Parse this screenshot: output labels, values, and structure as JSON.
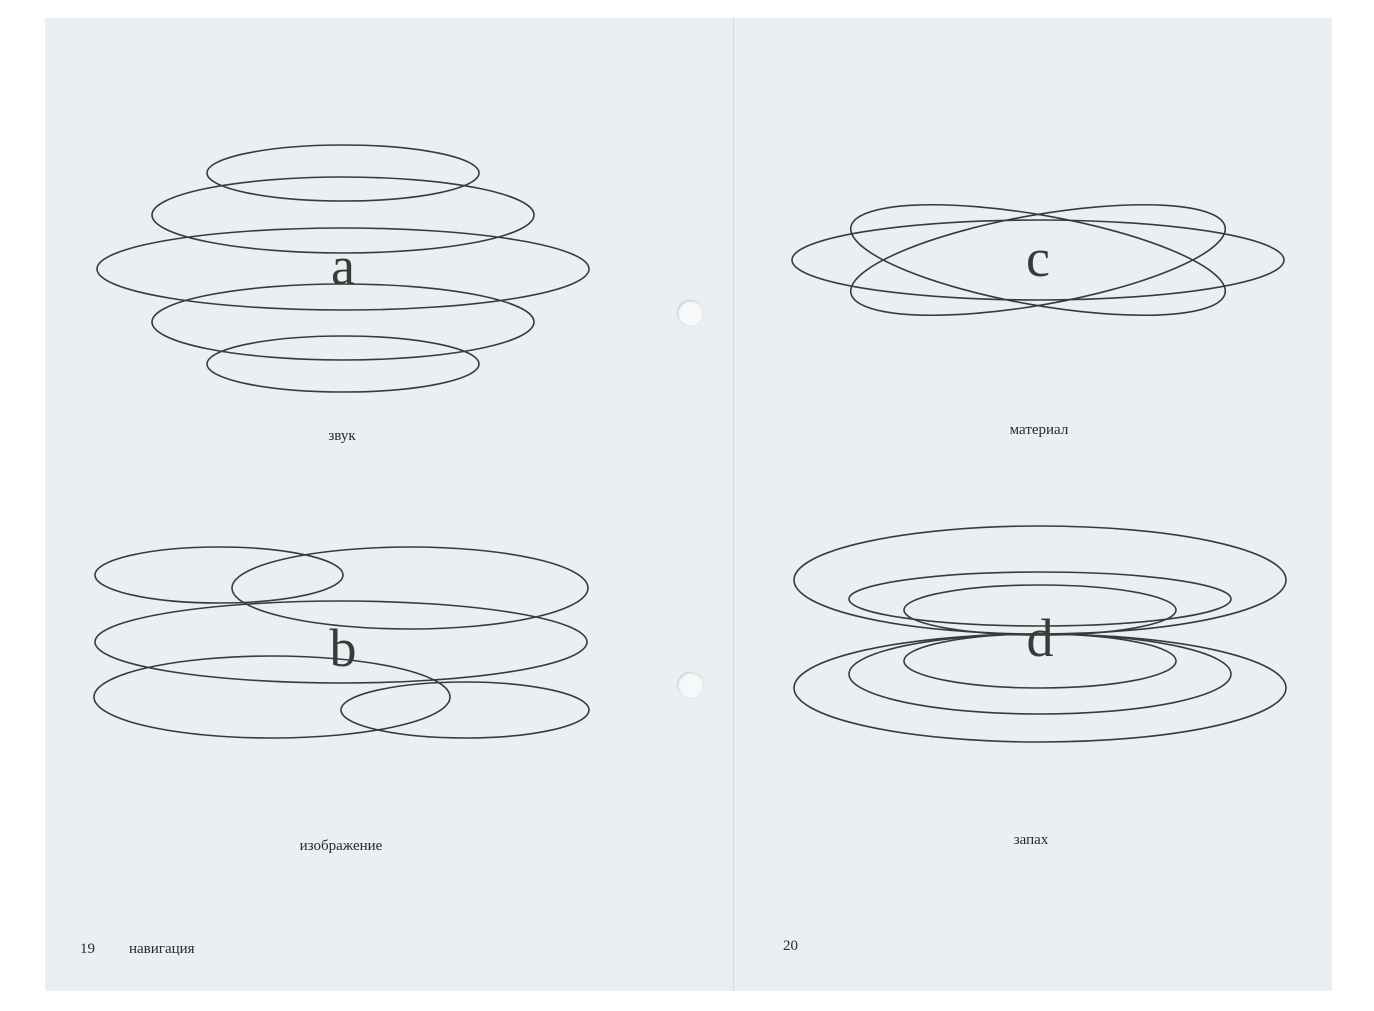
{
  "left_page": {
    "page_number": "19",
    "running_title": "навигация",
    "figures": [
      {
        "letter": "a",
        "caption": "звук"
      },
      {
        "letter": "b",
        "caption": "изображение"
      }
    ]
  },
  "right_page": {
    "page_number": "20",
    "figures": [
      {
        "letter": "c",
        "caption": "материал"
      },
      {
        "letter": "d",
        "caption": "запах"
      }
    ]
  },
  "colors": {
    "paper": "#eaeff1",
    "ink": "#3a3a3a"
  }
}
